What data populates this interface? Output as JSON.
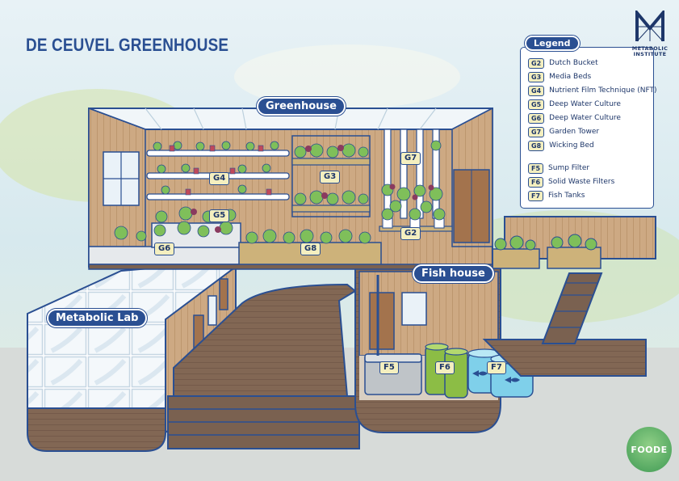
{
  "title": "DE CEUVEL GREENHOUSE",
  "sections": {
    "greenhouse": "Greenhouse",
    "fish_house": "Fish house",
    "metabolic_lab": "Metabolic Lab"
  },
  "legend": {
    "title": "Legend",
    "items": [
      {
        "code": "G2",
        "label": "Dutch Bucket"
      },
      {
        "code": "G3",
        "label": "Media Beds"
      },
      {
        "code": "G4",
        "label": "Nutrient Film Technique (NFT)"
      },
      {
        "code": "G5",
        "label": "Deep Water Culture"
      },
      {
        "code": "G6",
        "label": "Deep Water Culture"
      },
      {
        "code": "G7",
        "label": "Garden Tower"
      },
      {
        "code": "G8",
        "label": "Wicking Bed"
      },
      {
        "code": "F5",
        "label": "Sump Filter"
      },
      {
        "code": "F6",
        "label": "Solid Waste Filters"
      },
      {
        "code": "F7",
        "label": "Fish Tanks"
      }
    ]
  },
  "diagram_tags": {
    "g2": "G2",
    "g3": "G3",
    "g4": "G4",
    "g5": "G5",
    "g6": "G6",
    "g7": "G7",
    "g8": "G8",
    "f5": "F5",
    "f6": "F6",
    "f7": "F7"
  },
  "logos": {
    "metabolic_line1": "METABOLIC",
    "metabolic_line2": "INSTITUTE",
    "foode": "FOODE"
  },
  "colors": {
    "navy": "#2a4f92",
    "wood": "#c7a27a",
    "floor": "#7a6150",
    "plant": "#7fbf5a",
    "tag_fill": "#f4efbf",
    "water": "#7fd0ea"
  }
}
